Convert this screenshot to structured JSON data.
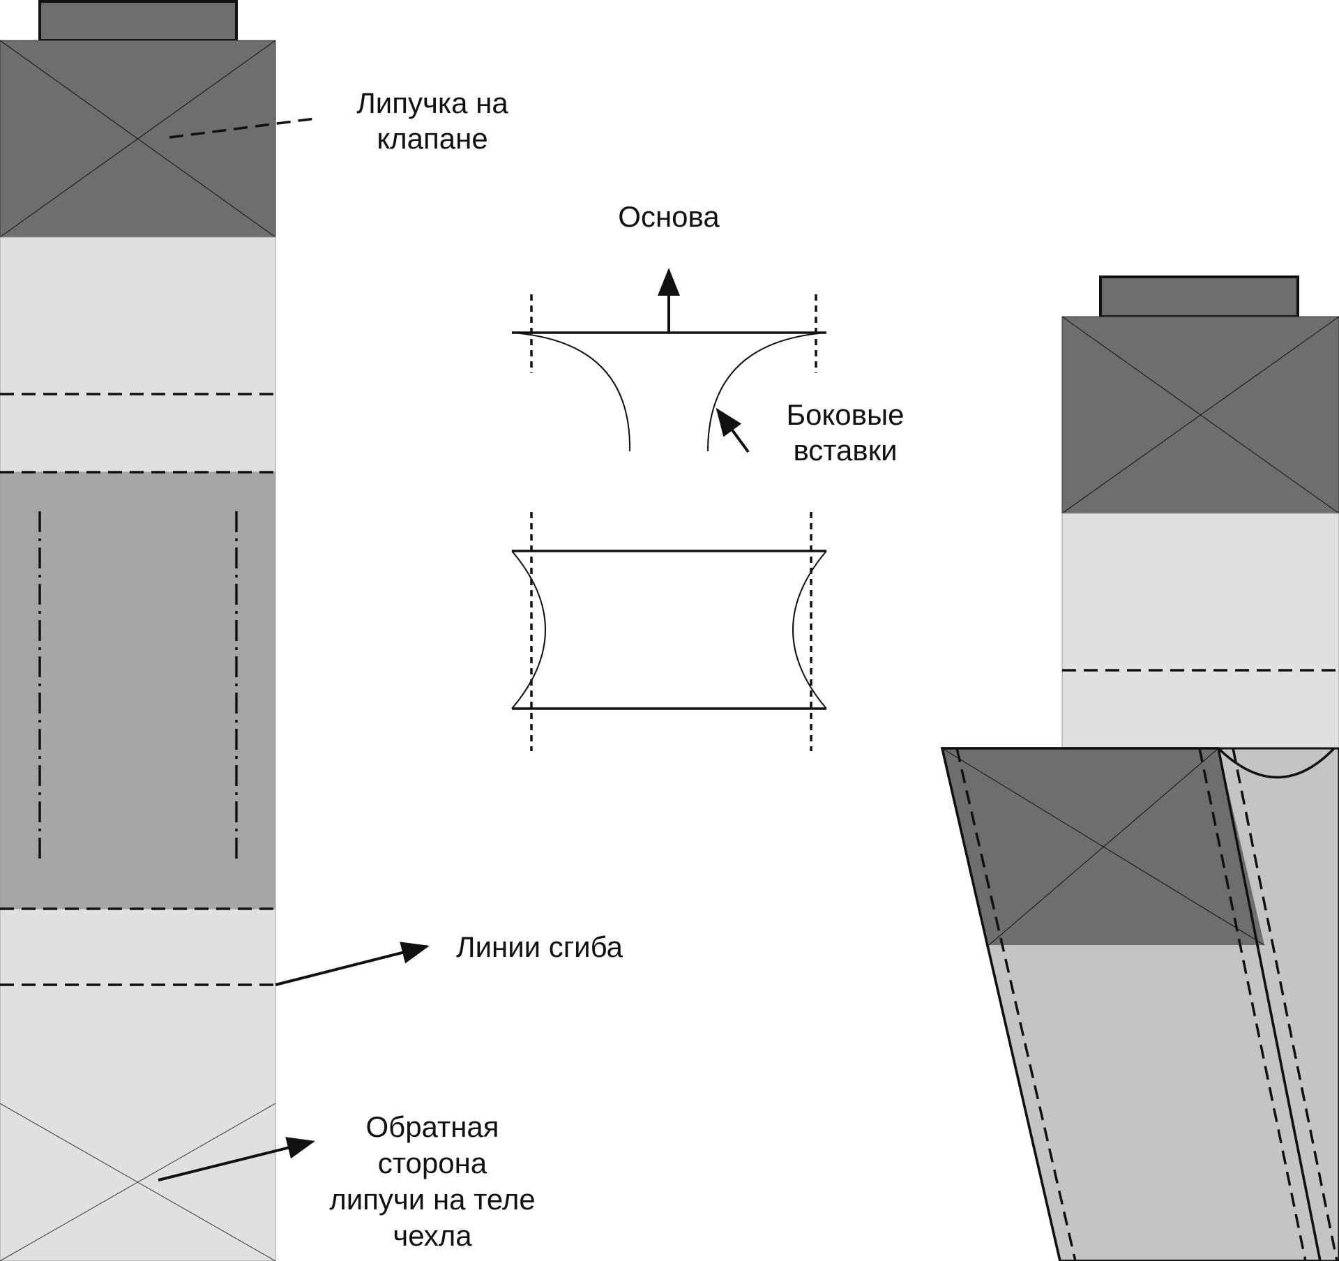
{
  "labels": {
    "velcro_flap_line1": "Липучка на",
    "velcro_flap_line2": "клапане",
    "base": "Основа",
    "side_inserts_line1": "Боковые",
    "side_inserts_line2": "вставки",
    "fold_lines": "Линии сгиба",
    "velcro_back_line1": "Обратная",
    "velcro_back_line2": "сторона",
    "velcro_back_line3": "липучи на теле",
    "velcro_back_line4": "чехла"
  },
  "colors": {
    "dark_gray": "#6e6e6e",
    "mid_gray": "#a6a6a6",
    "light_gray": "#e0e0e0",
    "panel_gray": "#c4c4c4",
    "line": "#111111"
  }
}
